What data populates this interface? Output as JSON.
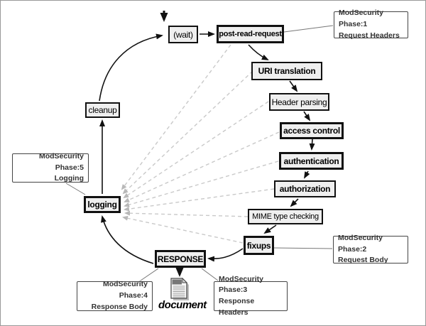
{
  "nodes": {
    "wait": "(wait)",
    "post_read_request": "post-read-request",
    "uri_translation": "URI translation",
    "header_parsing": "Header parsing",
    "access_control": "access control",
    "authentication": "authentication",
    "authorization": "authorization",
    "mime_type_checking": "MIME type checking",
    "fixups": "fixups",
    "response": "RESPONSE",
    "logging": "logging",
    "cleanup": "cleanup"
  },
  "notes": {
    "phase1": {
      "line1": "ModSecurity Phase:1",
      "line2": "Request Headers"
    },
    "phase2": {
      "line1": "ModSecurity Phase:2",
      "line2": "Request Body"
    },
    "phase3": {
      "line1": "ModSecurity Phase:3",
      "line2": "Response Headers"
    },
    "phase4": {
      "line1": "ModSecurity Phase:4",
      "line2": "Response Body"
    },
    "phase5": {
      "line1": "ModSecurity Phase:5",
      "line2": "Logging"
    }
  },
  "document_label": "document",
  "colors": {
    "node_fill": "#efefef",
    "node_border": "#111111",
    "solid_arrow": "#111111",
    "dashed_line": "#c9c9c9",
    "note_border": "#444444",
    "thin_connector": "#777777"
  }
}
